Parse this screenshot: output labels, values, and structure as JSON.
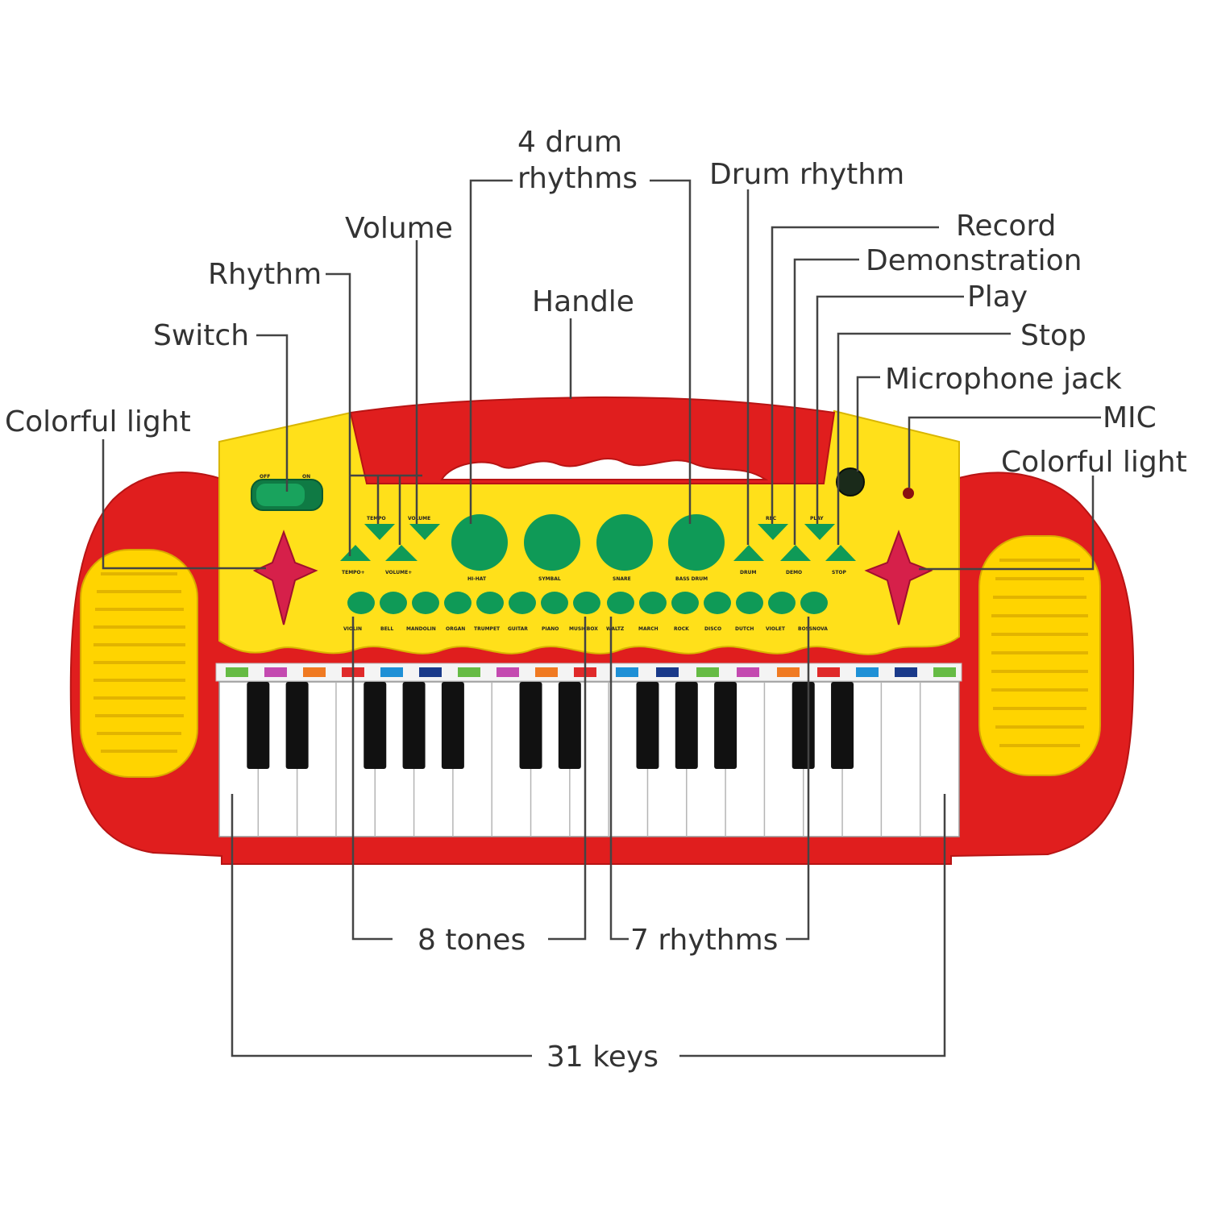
{
  "colors": {
    "body_red": "#e01e1e",
    "panel_yellow": "#ffe01a",
    "button_green": "#0f9a57",
    "label_text": "#333333",
    "leader_line": "#444444"
  },
  "callouts": {
    "colorful_light_left": "Colorful light",
    "switch": "Switch",
    "rhythm": "Rhythm",
    "volume": "Volume",
    "four_drum_rhythms_line1": "4 drum",
    "four_drum_rhythms_line2": "rhythms",
    "handle": "Handle",
    "drum_rhythm": "Drum rhythm",
    "record": "Record",
    "demonstration": "Demonstration",
    "play": "Play",
    "stop": "Stop",
    "microphone_jack": "Microphone jack",
    "mic": "MIC",
    "colorful_light_right": "Colorful light",
    "eight_tones": "8 tones",
    "seven_rhythms": "7 rhythms",
    "thirty_one_keys": "31 keys"
  },
  "panel": {
    "switch_off": "OFF",
    "switch_on": "ON",
    "tempo_up": "TEMPO",
    "volume_up": "VOLUME",
    "tempo_down": "TEMPO+",
    "volume_down": "VOLUME+",
    "drum_labels": [
      "HI-HAT",
      "SYMBAL",
      "SNARE",
      "BASS DRUM"
    ],
    "rec": "REC",
    "play": "PLAY",
    "drum": "DRUM",
    "demo": "DEMO",
    "stop": "STOP",
    "tone_labels": [
      "VIOLIN",
      "BELL",
      "MANDOLIN",
      "ORGAN",
      "TRUMPET",
      "GUITAR",
      "PIANO",
      "MUSICBOX",
      "WALTZ",
      "MARCH",
      "ROCK",
      "DISCO",
      "DUTCH",
      "VIOLET",
      "BOSSNOVA"
    ]
  }
}
